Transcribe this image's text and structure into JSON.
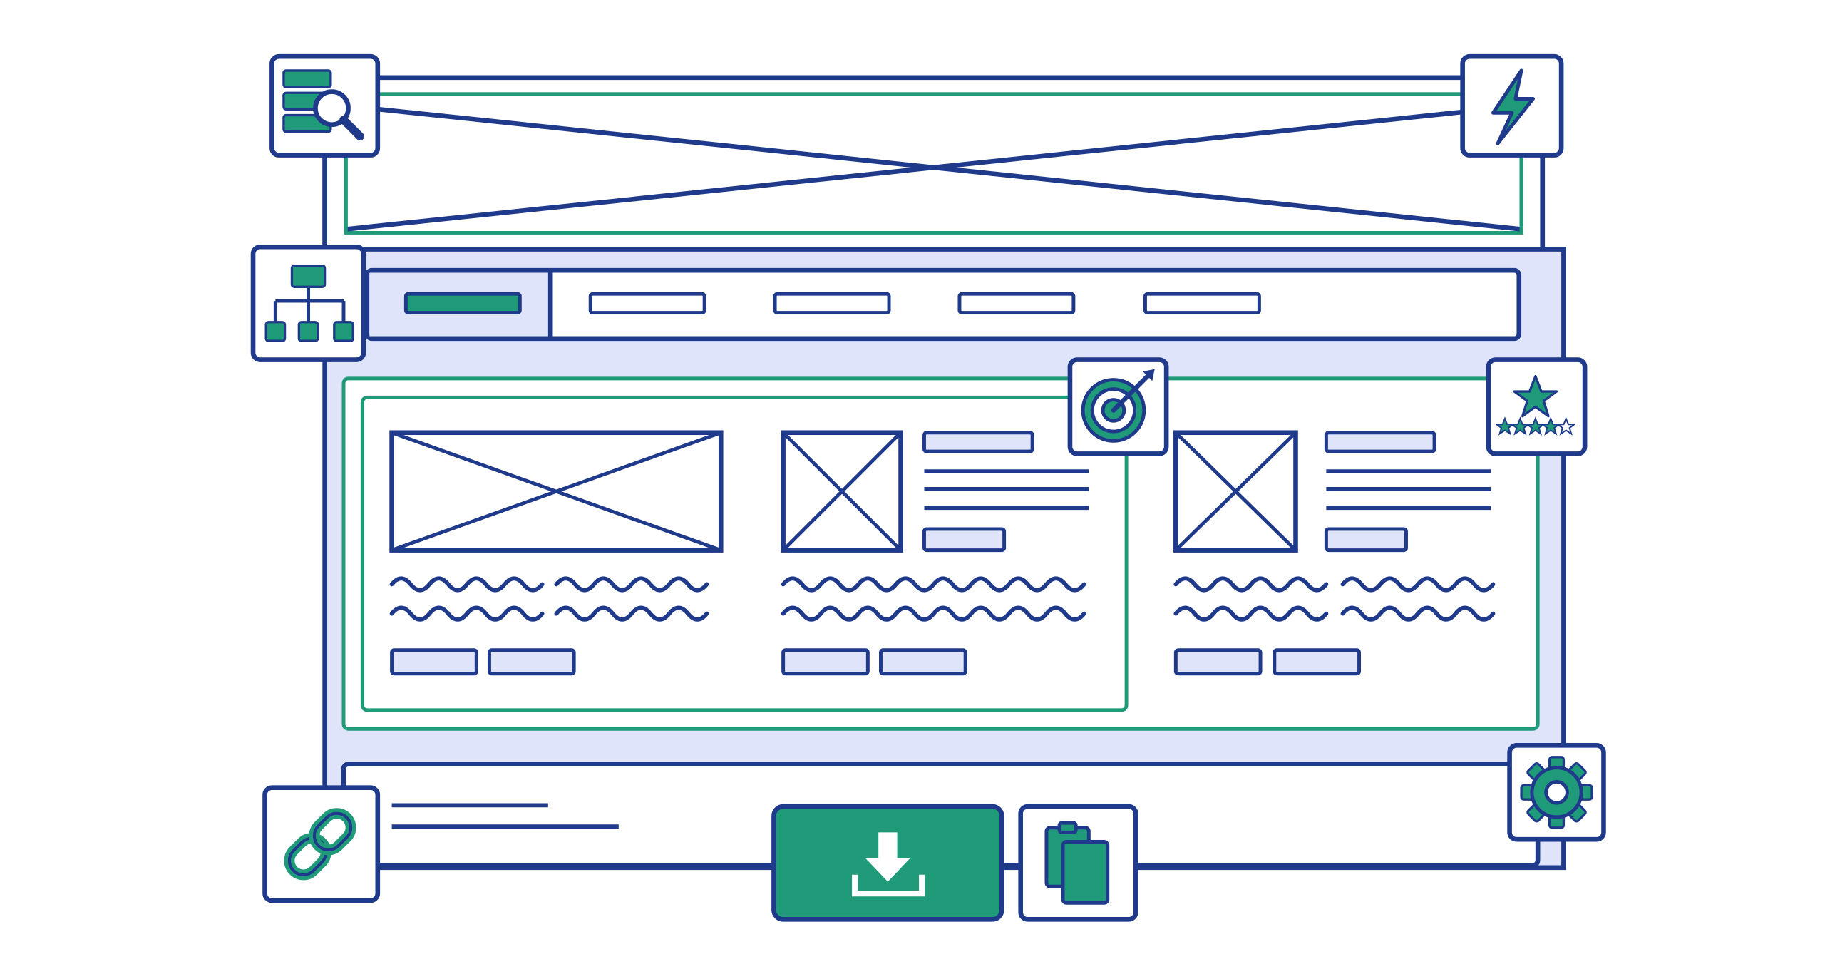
{
  "colors": {
    "navy": "#1f3a8a",
    "green": "#1f9b7a",
    "lavender": "#dfe4fb",
    "white": "#ffffff"
  },
  "icons": {
    "top_left": "database-search-icon",
    "top_right": "lightning-bolt-icon",
    "left_nav": "sitemap-icon",
    "card_overlay": "target-icon",
    "top_right_content": "star-rating-icon",
    "bottom_left": "chain-link-icon",
    "bottom_right": "gear-icon",
    "download": "download-icon",
    "copy": "clipboard-copy-icon"
  },
  "nav": {
    "tab_count": 5,
    "active_tab": 0
  },
  "cards": [
    {
      "layout": "wide-image"
    },
    {
      "layout": "image-with-text"
    },
    {
      "layout": "image-with-text"
    }
  ]
}
